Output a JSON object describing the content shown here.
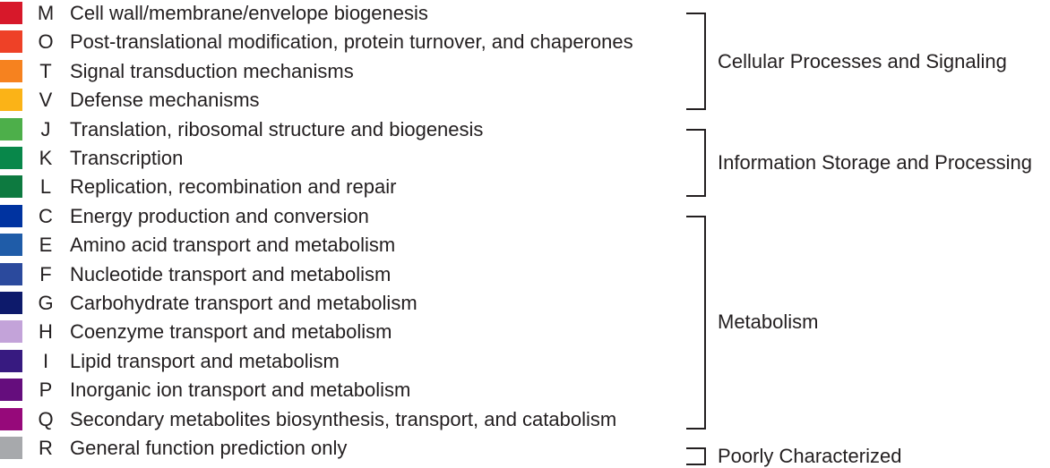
{
  "categories": [
    {
      "code": "M",
      "label": "Cell wall/membrane/envelope biogenesis",
      "color": "#d7182a"
    },
    {
      "code": "O",
      "label": "Post-translational modification, protein turnover, and chaperones",
      "color": "#ee4127"
    },
    {
      "code": "T",
      "label": "Signal transduction mechanisms",
      "color": "#f6821f"
    },
    {
      "code": "V",
      "label": "Defense mechanisms",
      "color": "#fbb317"
    },
    {
      "code": "J",
      "label": "Translation, ribosomal structure and biogenesis",
      "color": "#4daf4a"
    },
    {
      "code": "K",
      "label": "Transcription",
      "color": "#08874a"
    },
    {
      "code": "L",
      "label": "Replication, recombination and repair",
      "color": "#0d7a40"
    },
    {
      "code": "C",
      "label": "Energy production and conversion",
      "color": "#0033a0"
    },
    {
      "code": "E",
      "label": "Amino acid transport and metabolism",
      "color": "#1f5ca8"
    },
    {
      "code": "F",
      "label": "Nucleotide transport and metabolism",
      "color": "#2b4a9d"
    },
    {
      "code": "G",
      "label": "Carbohydrate transport and metabolism",
      "color": "#0d1a6b"
    },
    {
      "code": "H",
      "label": "Coenzyme transport and metabolism",
      "color": "#c3a3d9"
    },
    {
      "code": "I",
      "label": "Lipid transport and metabolism",
      "color": "#371a80"
    },
    {
      "code": "P",
      "label": "Inorganic ion transport and metabolism",
      "color": "#650d7d"
    },
    {
      "code": "Q",
      "label": "Secondary metabolites biosynthesis, transport, and catabolism",
      "color": "#96097a"
    },
    {
      "code": "R",
      "label": "General function prediction only",
      "color": "#a7a9ac"
    }
  ],
  "groups": [
    {
      "label": "Cellular Processes and Signaling",
      "first": 0,
      "last": 3
    },
    {
      "label": "Information Storage and Processing",
      "first": 4,
      "last": 6
    },
    {
      "label": "Metabolism",
      "first": 7,
      "last": 14
    },
    {
      "label": "Poorly Characterized",
      "first": 15,
      "last": 15
    }
  ]
}
